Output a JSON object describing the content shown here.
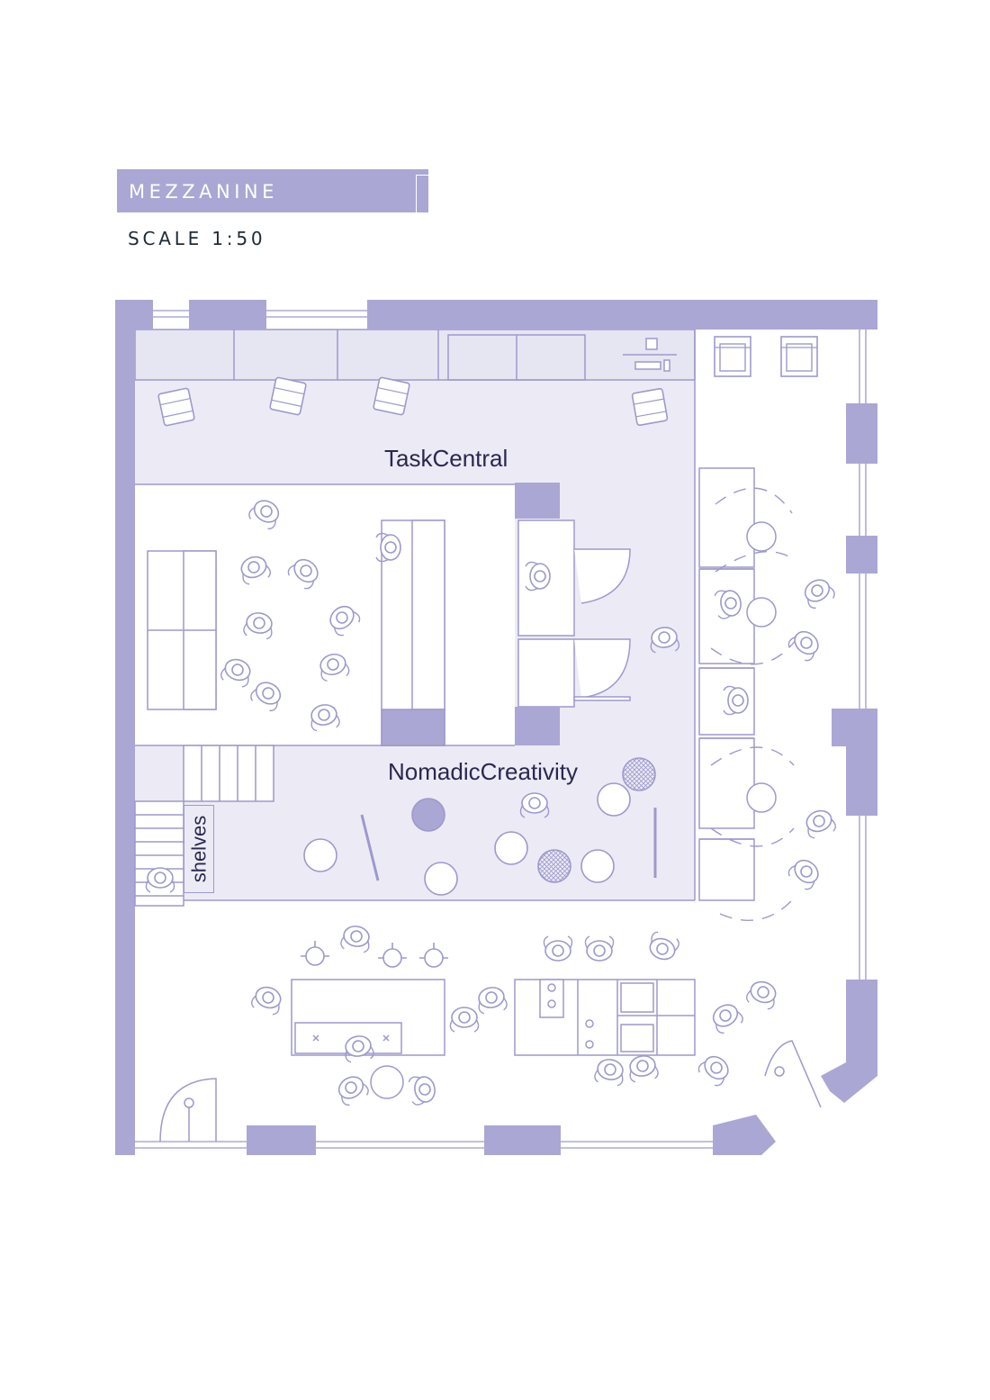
{
  "header": {
    "title": "MEZZANINE",
    "scale": "SCALE 1:50"
  },
  "zones": {
    "task_central": "TaskCentral",
    "nomadic_creativity": "NomadicCreativity",
    "shelves": "shelves"
  },
  "colors": {
    "wall": "#aaa7d4",
    "line": "#9d99cc",
    "zone_fill": "#ecebf5",
    "label_text": "#2a2750",
    "scale_text": "#1f2a33"
  }
}
